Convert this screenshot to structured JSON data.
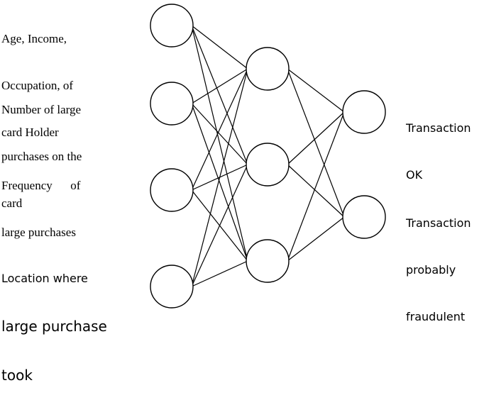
{
  "inputs": {
    "age_income": [
      "Age, Income,",
      "Occupation, of",
      "card Holder"
    ],
    "num_large_purchases": [
      "Number of large",
      "purchases on the",
      "card"
    ],
    "frequency": [
      "Frequency      of",
      "large purchases"
    ],
    "location": [
      "Location where",
      "large purchase",
      "took"
    ]
  },
  "outputs": {
    "ok": [
      "Transaction",
      "OK"
    ],
    "fraud": [
      "Transaction",
      "probably",
      "fraudulent"
    ]
  },
  "colors": {
    "stroke": "#000000",
    "background": "#ffffff"
  }
}
